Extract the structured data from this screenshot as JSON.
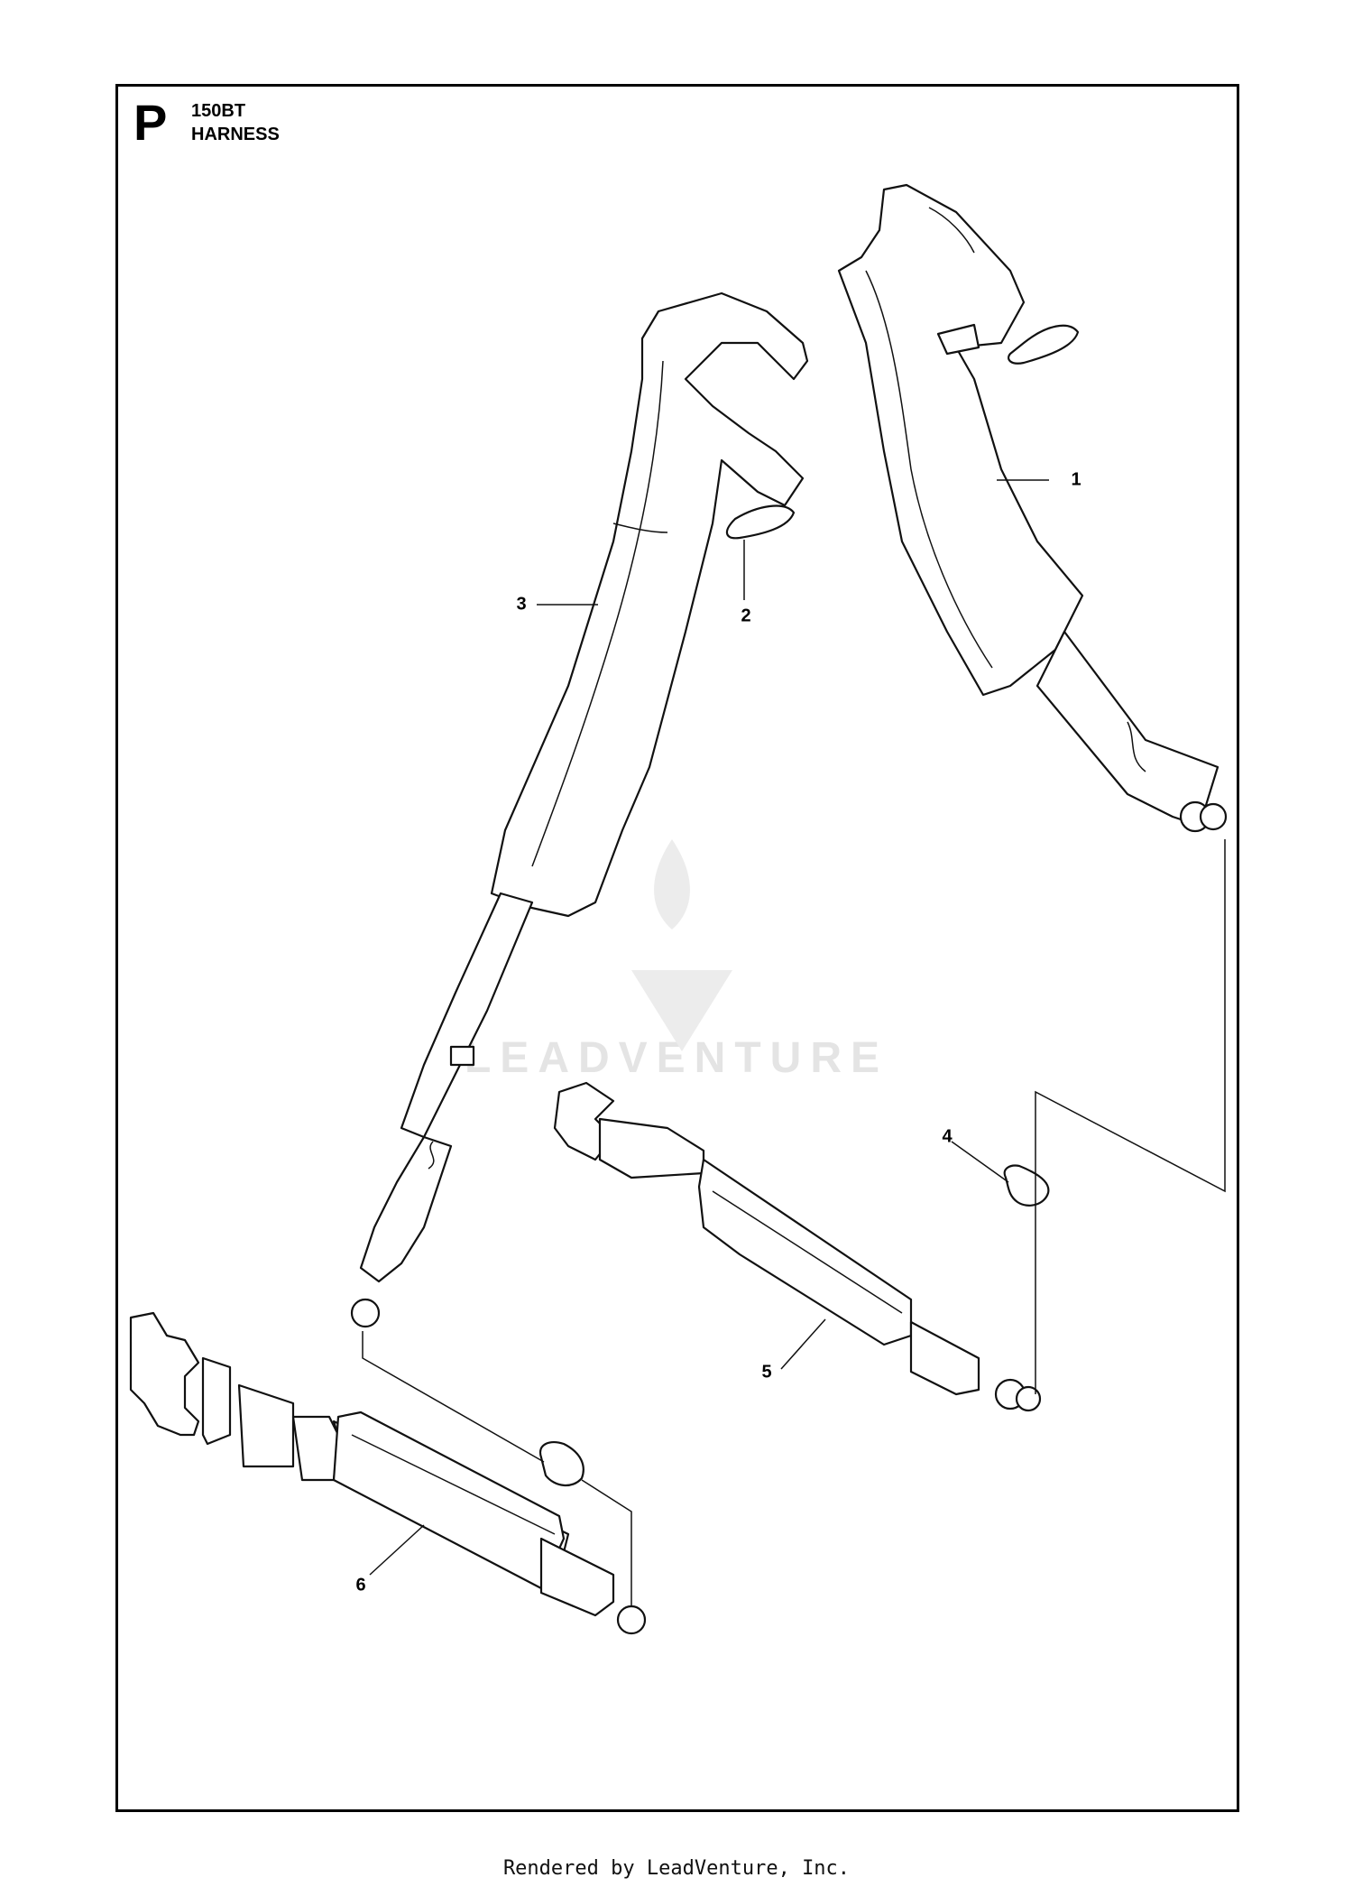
{
  "header": {
    "section_letter": "P",
    "model": "150BT",
    "title": "HARNESS"
  },
  "callouts": [
    {
      "id": "1",
      "label": "1"
    },
    {
      "id": "2",
      "label": "2"
    },
    {
      "id": "3",
      "label": "3"
    },
    {
      "id": "4",
      "label": "4"
    },
    {
      "id": "5",
      "label": "5"
    },
    {
      "id": "6",
      "label": "6"
    }
  ],
  "watermark": {
    "text": "LEADVENTURE"
  },
  "footer": {
    "text": "Rendered by LeadVenture, Inc."
  }
}
